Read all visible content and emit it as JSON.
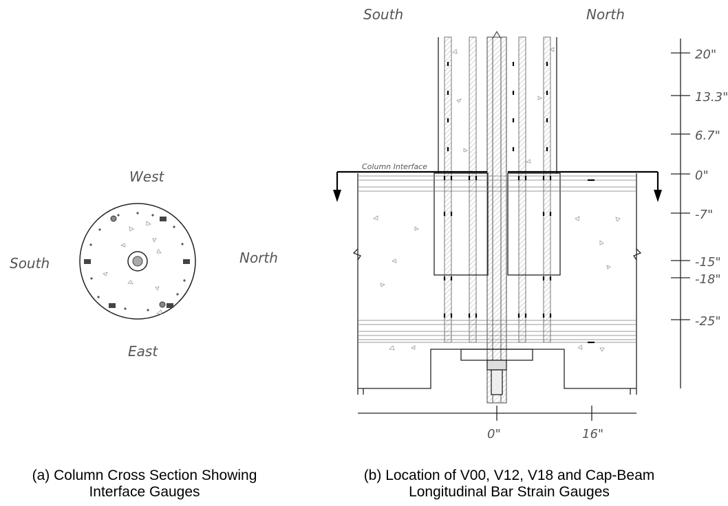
{
  "panel_a": {
    "label_top": "West",
    "label_bottom": "East",
    "label_left": "South",
    "label_right": "North",
    "caption_line1": "(a)  Column Cross Section Showing",
    "caption_line2": "Interface Gauges"
  },
  "panel_b": {
    "label_south": "South",
    "label_north": "North",
    "interface_label": "Column Interface",
    "vertical_ticks": [
      "20\"",
      "13.3\"",
      "6.7\"",
      "0\"",
      "-7\"",
      "-15\"",
      "-18\"",
      "-25\""
    ],
    "horizontal_ticks": [
      "0\"",
      "16\""
    ],
    "caption_line1": "(b)  Location of V00, V12, V18 and Cap-Beam",
    "caption_line2": "Longitudinal Bar Strain Gauges"
  },
  "colors": {
    "line": "#222222",
    "hatch": "#999999",
    "gauge": "#333333",
    "text": "#555555"
  }
}
